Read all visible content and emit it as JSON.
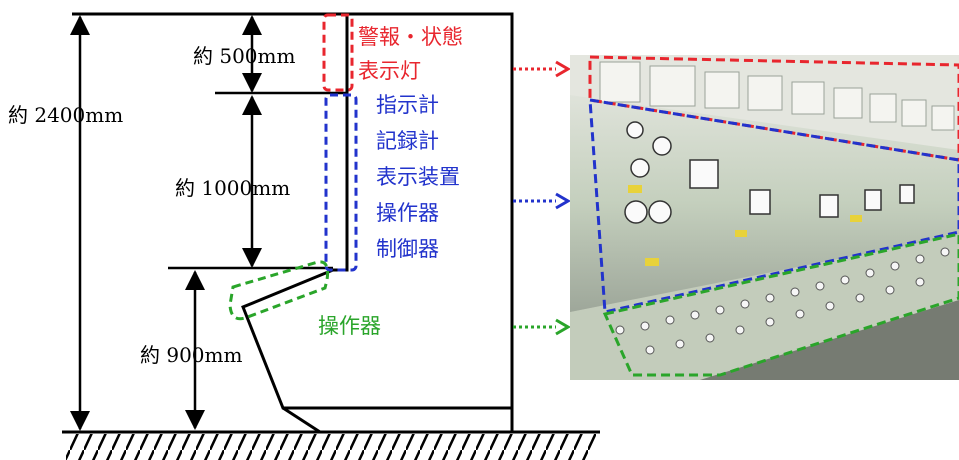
{
  "dimensions": {
    "total": "約 2400mm",
    "top": "約 500mm",
    "middle": "約 1000mm",
    "lower": "約 900mm"
  },
  "zones": {
    "alarm": {
      "line1": "警報・状態",
      "line2": "表示灯",
      "color": "#e8262e"
    },
    "instruments": {
      "lines": [
        "指示計",
        "記録計",
        "表示装置",
        "操作器",
        "制御器"
      ],
      "color": "#2233cc"
    },
    "operation": {
      "label": "操作器",
      "color": "#2aa52a"
    }
  },
  "photo": {
    "panel_color": "#c9d3c0"
  }
}
